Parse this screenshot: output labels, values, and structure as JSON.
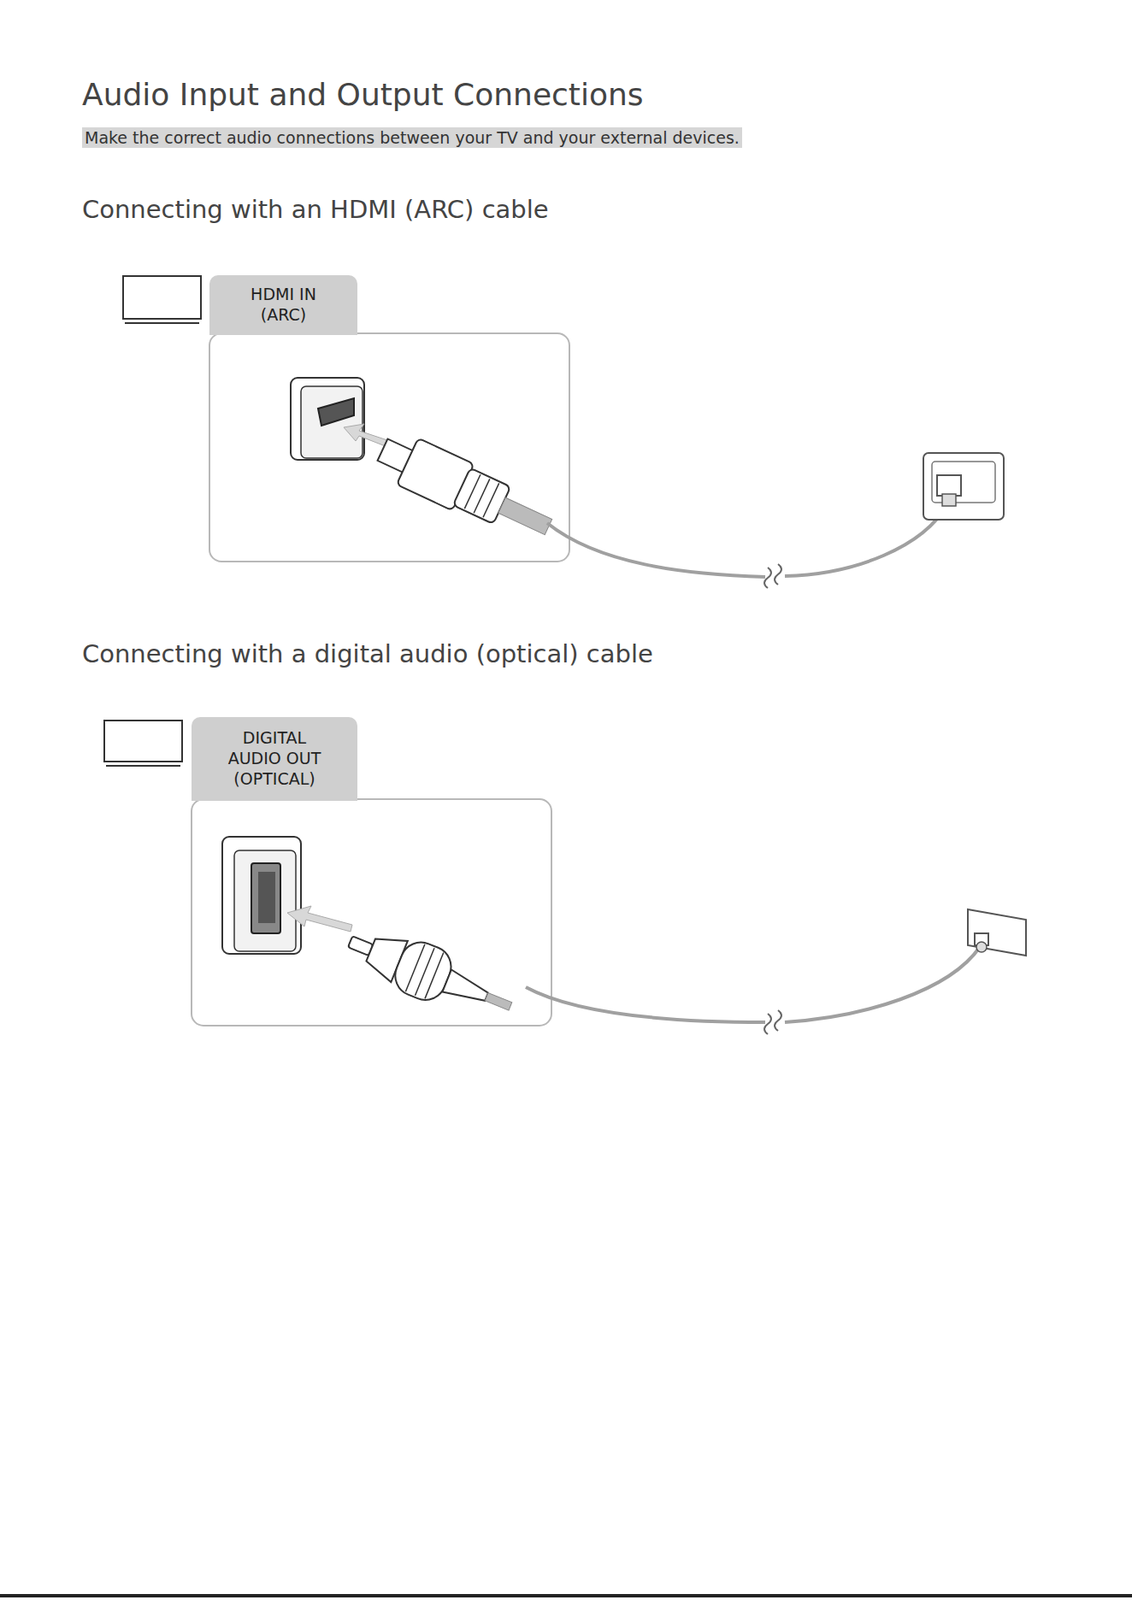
{
  "diagram": {
    "title": "Audio Input and Output Connections",
    "nodes": [
      {
        "text": [
          "HDMI IN (ARC)"
        ]
      },
      {
        "text": [
          "DIGITAL AUDIO OUT (OPTICAL)"
        ]
      }
    ],
    "labels": [
      "Make the correct audio connections between your TV and your external devices.",
      "Connecting with an HDMI (ARC) cable",
      "Connecting with a digital audio (optical) cable"
    ]
  }
}
